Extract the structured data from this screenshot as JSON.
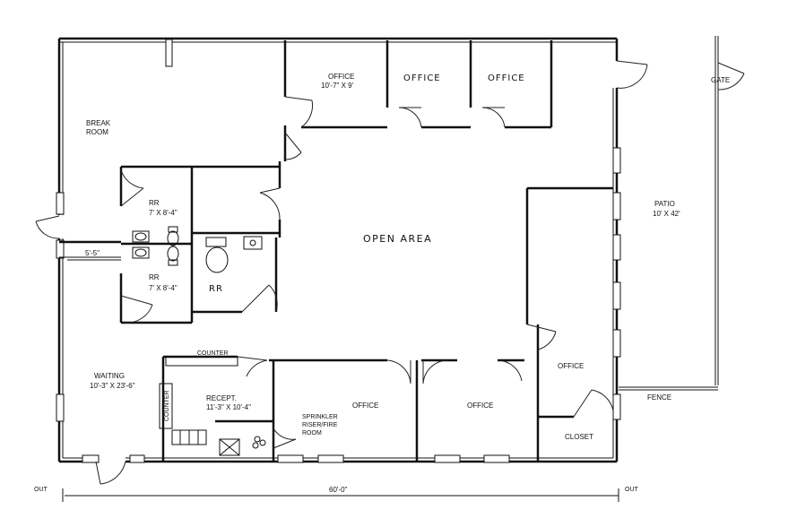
{
  "rooms": {
    "break_room": "BREAK\nROOM",
    "break_room_l1": "BREAK",
    "break_room_l2": "ROOM",
    "office_top_l1": "OFFICE",
    "office_top_l2": "10'-7\" X 9'",
    "office_hand_1": "OFFICE",
    "office_hand_2": "OFFICE",
    "rr_upper_l1": "RR",
    "rr_upper_l2": "7' X 8'-4\"",
    "rr_lower_l1": "RR",
    "rr_lower_l2": "7' X 8'-4\"",
    "rr_hand": "RR",
    "open_area": "OPEN AREA",
    "patio_l1": "PATIO",
    "patio_l2": "10' X 42'",
    "gate": "GATE",
    "fence": "FENCE",
    "waiting_l1": "WAITING",
    "waiting_l2": "10'-3\" X 23'-6\"",
    "counter_top": "COUNTER",
    "counter_side": "COUNTER",
    "recept_l1": "RECEPT.",
    "recept_l2": "11'-3\" X 10'-4\"",
    "sprinkler_l1": "SPRINKLER",
    "sprinkler_l2": "RISER/FIRE",
    "sprinkler_l3": "ROOM",
    "office_bottom_1": "OFFICE",
    "office_bottom_2": "OFFICE",
    "office_right": "OFFICE",
    "closet": "CLOSET"
  },
  "dimensions": {
    "corridor_width": "5'-5\"",
    "overall_width": "60'-0\""
  },
  "markers": {
    "out_left": "OUT",
    "out_right": "OUT"
  }
}
